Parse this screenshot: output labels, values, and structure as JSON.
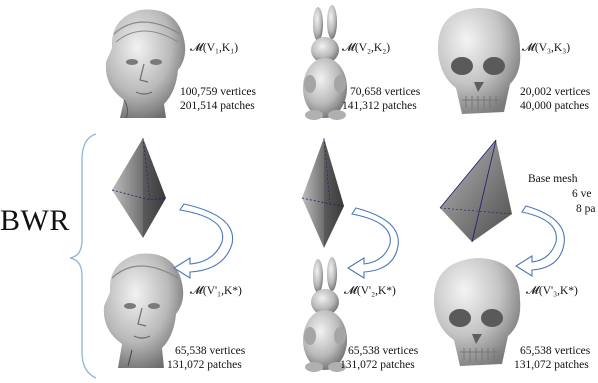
{
  "bwr_label": "BWR",
  "base_mesh": {
    "title": "Base mesh",
    "line1": "6 ve",
    "line2": "8 pa"
  },
  "models": [
    {
      "name": "bust",
      "orig_label": "𝓜(V₁,K₁)",
      "orig_vertices": "100,759 vertices",
      "orig_patches": "201,514 patches",
      "remesh_label": "𝓜(V'₁,K*)",
      "remesh_vertices": "65,538 vertices",
      "remesh_patches": "131,072 patches"
    },
    {
      "name": "bunny",
      "orig_label": "𝓜(V₂,K₂)",
      "orig_vertices": "70,658 vertices",
      "orig_patches": "141,312 patches",
      "remesh_label": "𝓜(V'₂,K*)",
      "remesh_vertices": "65,538 vertices",
      "remesh_patches": "131,072 patches"
    },
    {
      "name": "skull",
      "orig_label": "𝓜(V₃,K₃)",
      "orig_vertices": "20,002 vertices",
      "orig_patches": "40,000 patches",
      "remesh_label": "𝓜(V'₃,K*)",
      "remesh_vertices": "65,538 vertices",
      "remesh_patches": "131,072 patches"
    }
  ],
  "colors": {
    "mesh_gray": "#9a9a9a",
    "arrow_blue": "#4a78b8",
    "brace_blue": "#8fb3d9",
    "edge_navy": "#1c1c6e"
  }
}
